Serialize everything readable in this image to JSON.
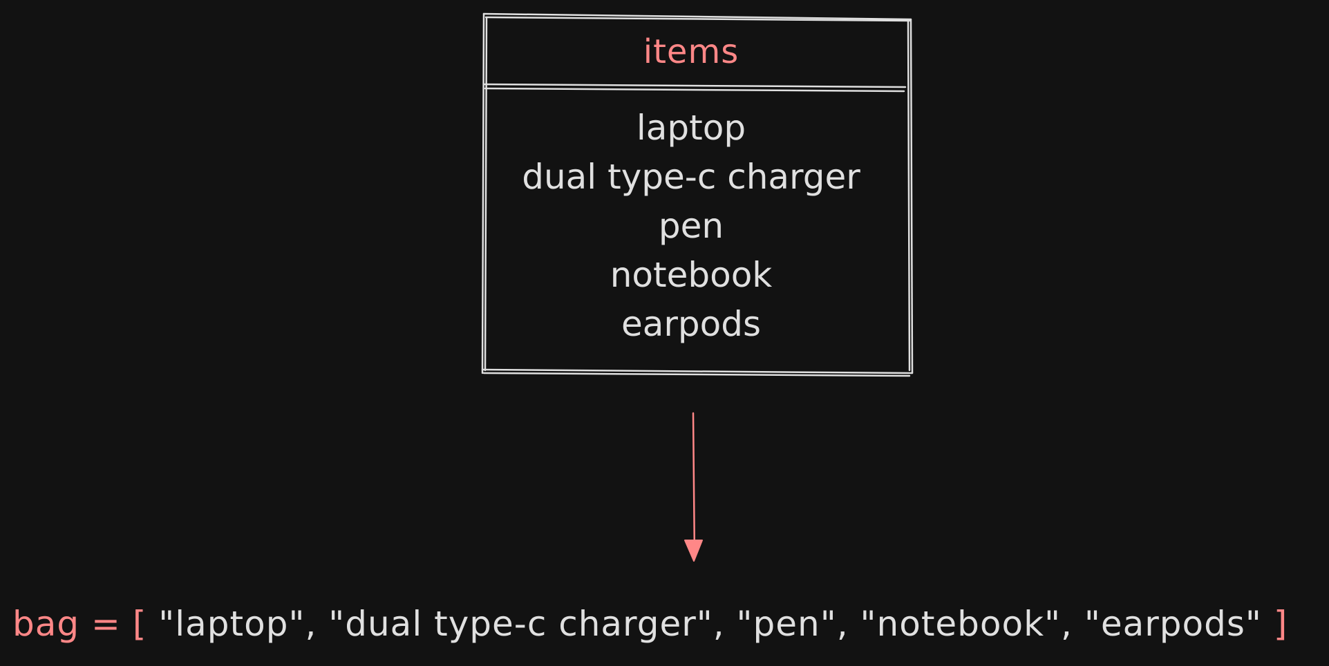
{
  "colors": {
    "background": "#121212",
    "stroke": "#e0e0e0",
    "accent": "#ff8787"
  },
  "table": {
    "title": "items",
    "rows": [
      "laptop",
      "dual type-c charger",
      "pen",
      "notebook",
      "earpods"
    ]
  },
  "code": {
    "var_name": "bag",
    "equals": "=",
    "open_bracket": "[",
    "values_text": "\"laptop\", \"dual type-c charger\", \"pen\", \"notebook\", \"earpods\"",
    "close_bracket": "]"
  }
}
